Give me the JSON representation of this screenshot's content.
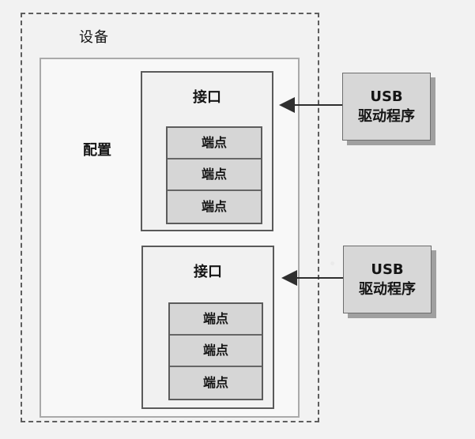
{
  "diagram": {
    "device_label": "设备",
    "configuration_label": "配置",
    "interfaces": [
      {
        "label": "接口",
        "endpoints": [
          "端点",
          "端点",
          "端点"
        ]
      },
      {
        "label": "接口",
        "endpoints": [
          "端点",
          "端点",
          "端点"
        ]
      }
    ],
    "drivers": [
      {
        "line1": "USB",
        "line2": "驱动程序"
      },
      {
        "line1": "USB",
        "line2": "驱动程序"
      }
    ]
  },
  "colors": {
    "background": "#f2f2f2",
    "box_border": "#5a5a5a",
    "endpoint_fill": "#d6d6d6",
    "driver_fill": "#d7d7d7",
    "arrow": "#2f2f2f"
  }
}
